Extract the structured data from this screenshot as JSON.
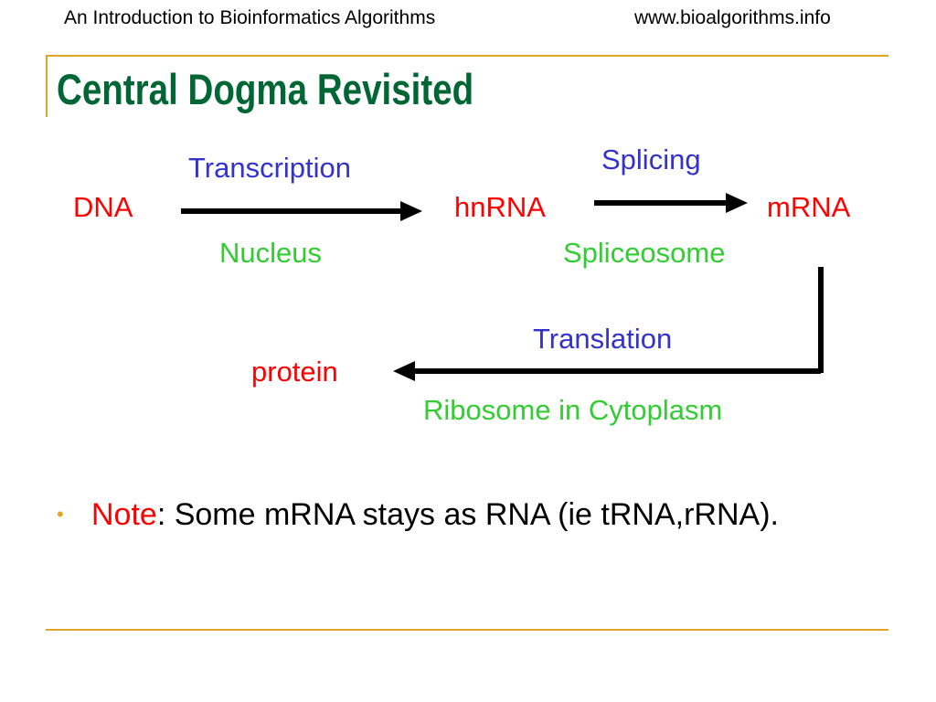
{
  "header": {
    "left": "An Introduction to Bioinformatics Algorithms",
    "right": "www.bioalgorithms.info"
  },
  "title": "Central Dogma Revisited",
  "diagram": {
    "nodes": {
      "dna": "DNA",
      "hnrna": "hnRNA",
      "mrna": "mRNA",
      "protein": "protein"
    },
    "processes": {
      "transcription": "Transcription",
      "splicing": "Splicing",
      "translation": "Translation"
    },
    "locations": {
      "nucleus": "Nucleus",
      "spliceosome": "Spliceosome",
      "ribosome": "Ribosome in Cytoplasm"
    }
  },
  "note": {
    "bullet": "•",
    "label": "Note",
    "text": ": Some mRNA stays as RNA (ie tRNA,rRNA)."
  },
  "colors": {
    "title": "#006633",
    "rule": "#e0a526",
    "node": "#ff0000",
    "process": "#3333cc",
    "location": "#33cc33"
  }
}
